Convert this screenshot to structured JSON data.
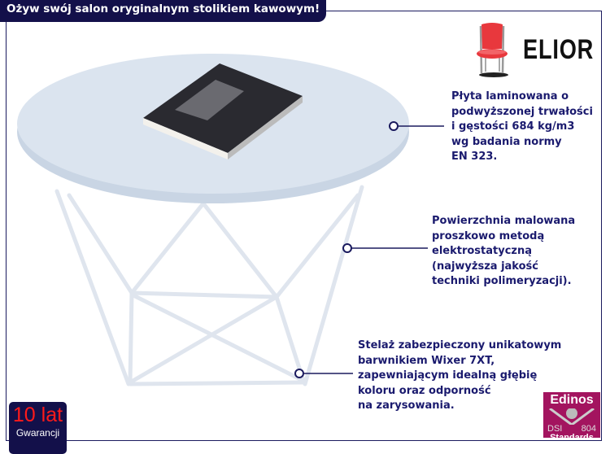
{
  "header": {
    "title": "Ożyw swój salon oryginalnym stolikiem kawowym!"
  },
  "brand": {
    "name": "ELIOR",
    "icon": "chair-icon"
  },
  "callouts": [
    {
      "lines": [
        "Płyta laminowana o",
        "podwyższonej trwałości",
        "i gęstości 684 kg/m3",
        "wg badania normy",
        "EN 323."
      ]
    },
    {
      "lines": [
        "Powierzchnia malowana",
        "proszkowo metodą",
        "elektrostatyczną",
        "(najwyższa jakość",
        "techniki polimeryzacji)."
      ]
    },
    {
      "lines": [
        "Stelaż zabezpieczony unikatowym",
        "barwnikiem Wixer 7XT,",
        "zapewniającym idealną głębię",
        "koloru oraz odporność",
        "na zarysowania."
      ]
    }
  ],
  "warranty": {
    "years": "10 lat",
    "label": "Gwarancji"
  },
  "certificate": {
    "brand": "Edinos",
    "left": "DSI",
    "right": "804",
    "label": "Standards"
  },
  "colors": {
    "navy": "#13104a",
    "text": "#1a1a6e",
    "warranty_red": "#ff1a1a",
    "cert": "#a3145f",
    "chair": "#e8383d"
  }
}
